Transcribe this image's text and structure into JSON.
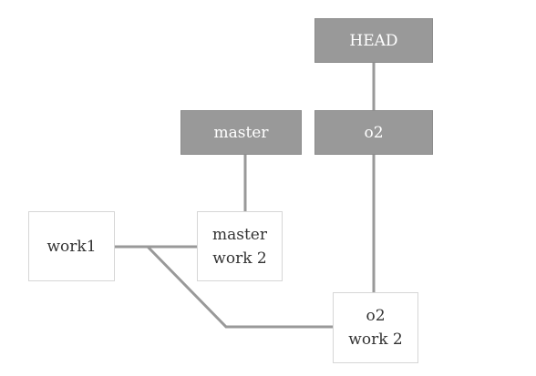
{
  "refs": {
    "head": "HEAD",
    "master": "master",
    "o2": "o2"
  },
  "commits": {
    "work1": {
      "line1": "work1"
    },
    "master_work2": {
      "line1": "master",
      "line2": "work 2"
    },
    "o2_work2": {
      "line1": "o2",
      "line2": "work 2"
    }
  },
  "colors": {
    "ref_fill": "#999999",
    "commit_border": "#d6d6d6",
    "edge": "#999999",
    "text": "#333333"
  }
}
